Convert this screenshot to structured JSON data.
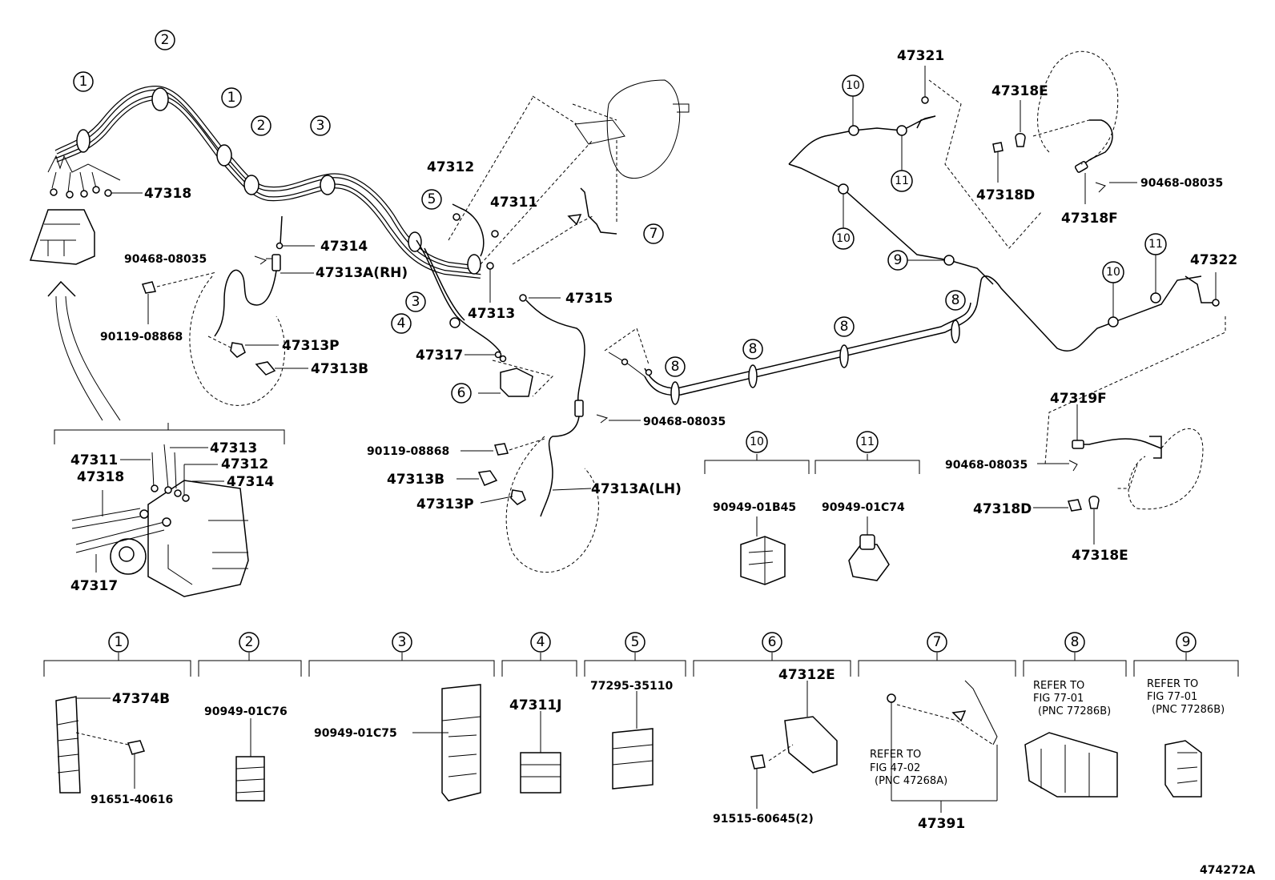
{
  "labels": {
    "p47318_top": "47318",
    "p47314_top": "47314",
    "p90468_rh": "90468-08035",
    "p47313A_rh": "47313A(RH)",
    "p90119_rh": "90119-08868",
    "p47313P_rh": "47313P",
    "p47313B_rh": "47313B",
    "p47312": "47312",
    "p47311": "47311",
    "p47313": "47313",
    "p47315": "47315",
    "p47317": "47317",
    "p90468_lh": "90468-08035",
    "p90119_lh": "90119-08868",
    "p47313B_lh": "47313B",
    "p47313A_lh": "47313A(LH)",
    "p47313P_lh": "47313P",
    "p47321": "47321",
    "p47318E_top": "47318E",
    "p47318D_top": "47318D",
    "p90468_rr1": "90468-08035",
    "p47318F": "47318F",
    "p47322": "47322",
    "p47319F": "47319F",
    "p90468_rr2": "90468-08035",
    "p47318D_bot": "47318D",
    "p47318E_bot": "47318E",
    "inset_47311": "47311",
    "inset_47313": "47313",
    "inset_47312": "47312",
    "inset_47318": "47318",
    "inset_47314": "47314",
    "inset_47317": "47317",
    "clamp10_part": "90949-01B45",
    "clamp11_part": "90949-01C74",
    "c1_part": "47374B",
    "c1_bolt": "91651-40616",
    "c2_part": "90949-01C76",
    "c3_part": "90949-01C75",
    "c4_part": "47311J",
    "c5_part": "77295-35110",
    "c6_part": "47312E",
    "c6_bolt": "91515-60645(2)",
    "c7_part": "47391",
    "c7_ref1": "REFER TO",
    "c7_ref2": "FIG 47-02",
    "c7_ref3": "(PNC 47268A)",
    "c8_ref1": "REFER TO",
    "c8_ref2": "FIG 77-01",
    "c8_ref3": "(PNC 77286B)",
    "c9_ref1": "REFER TO",
    "c9_ref2": "FIG 77-01",
    "c9_ref3": "(PNC 77286B)",
    "figure_id": "474272A"
  },
  "callouts": {
    "n1": "1",
    "n2": "2",
    "n3": "3",
    "n4": "4",
    "n5": "5",
    "n6": "6",
    "n7": "7",
    "n8": "8",
    "n9": "9",
    "n10": "10",
    "n11": "11"
  },
  "legend_headers": [
    "1",
    "2",
    "3",
    "4",
    "5",
    "6",
    "7",
    "8",
    "9"
  ],
  "clamp_headers": [
    "10",
    "11"
  ]
}
